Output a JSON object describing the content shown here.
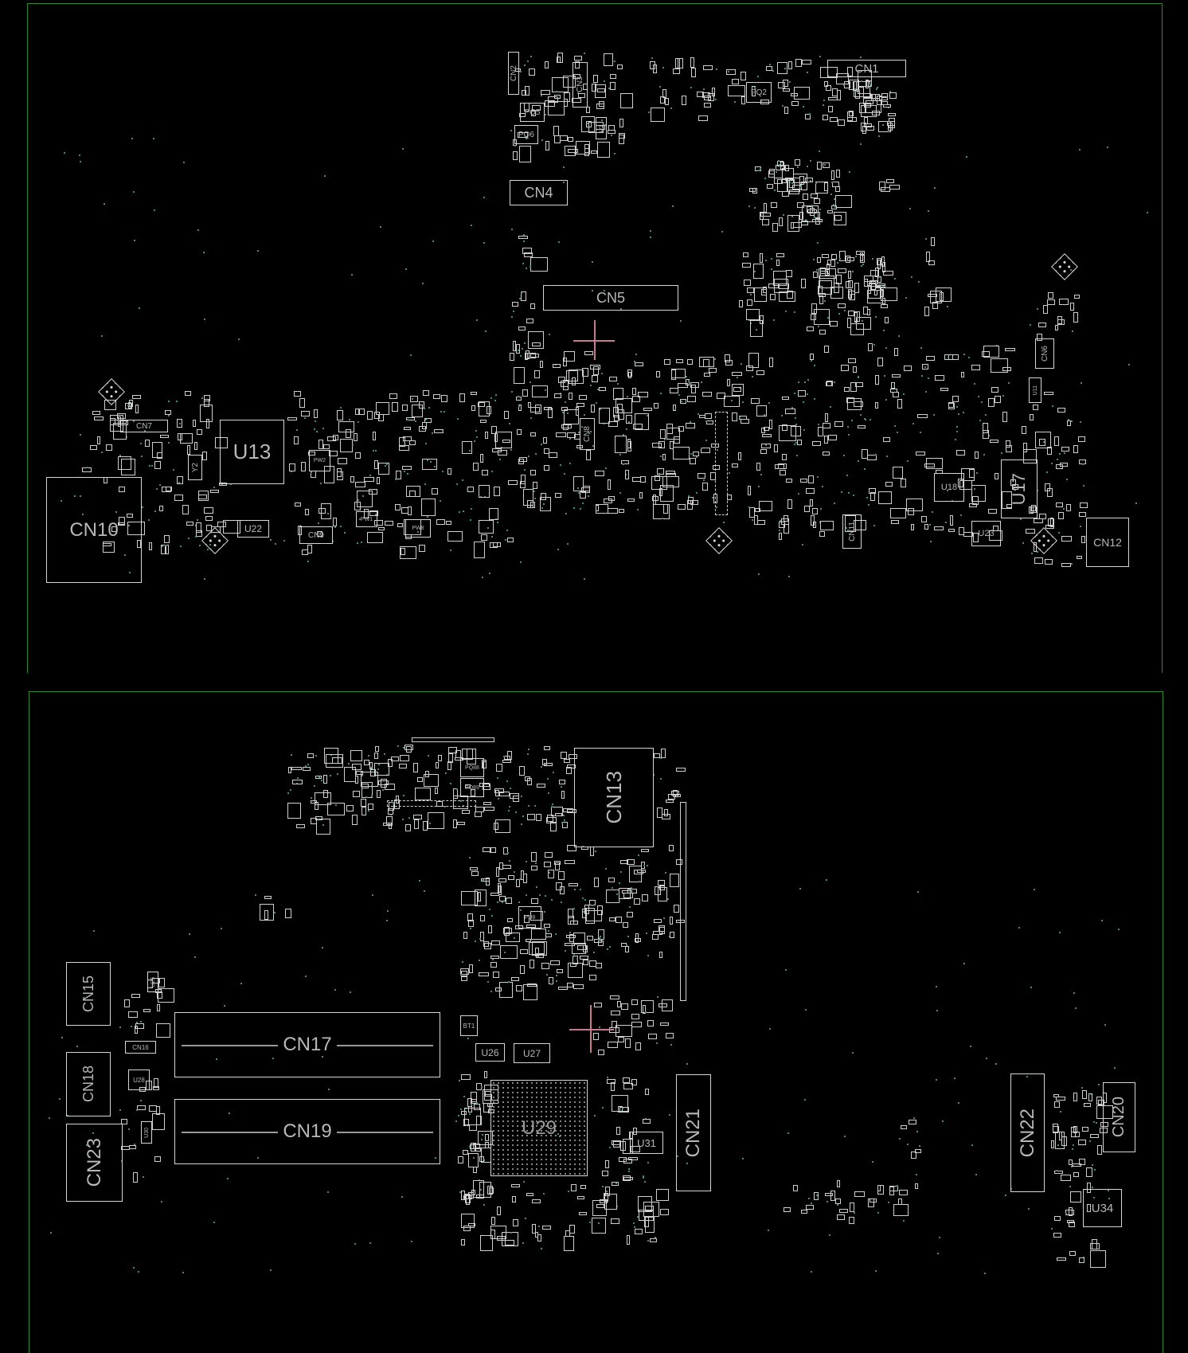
{
  "colors": {
    "background": "#000000",
    "board_outline": "#2f8a2f",
    "component_outline": "#d6d6d6",
    "test_point": "#3c8f80",
    "crosshair": "#c87b8a"
  },
  "top_panel": {
    "components": [
      "CN1",
      "CN2",
      "CN3",
      "PQ5",
      "PQ6",
      "PQ2",
      "CN4",
      "CN5",
      "U13",
      "CN7",
      "Y2",
      "CN10",
      "U22",
      "CN9",
      "PW1",
      "PW8",
      "CN8",
      "CN6",
      "U11",
      "U18",
      "U17",
      "U23",
      "CN11",
      "CN12",
      "U1",
      "PW2"
    ]
  },
  "bottom_panel": {
    "components": [
      "CN13",
      "CN15",
      "CN18",
      "CN23",
      "CN16",
      "U28",
      "CN17",
      "CN19",
      "BT1",
      "U26",
      "U27",
      "U29",
      "U31",
      "CN21",
      "CN22",
      "CN20",
      "U34",
      "PQ88",
      "PQ89",
      "PU8",
      "U30",
      "U25"
    ]
  }
}
